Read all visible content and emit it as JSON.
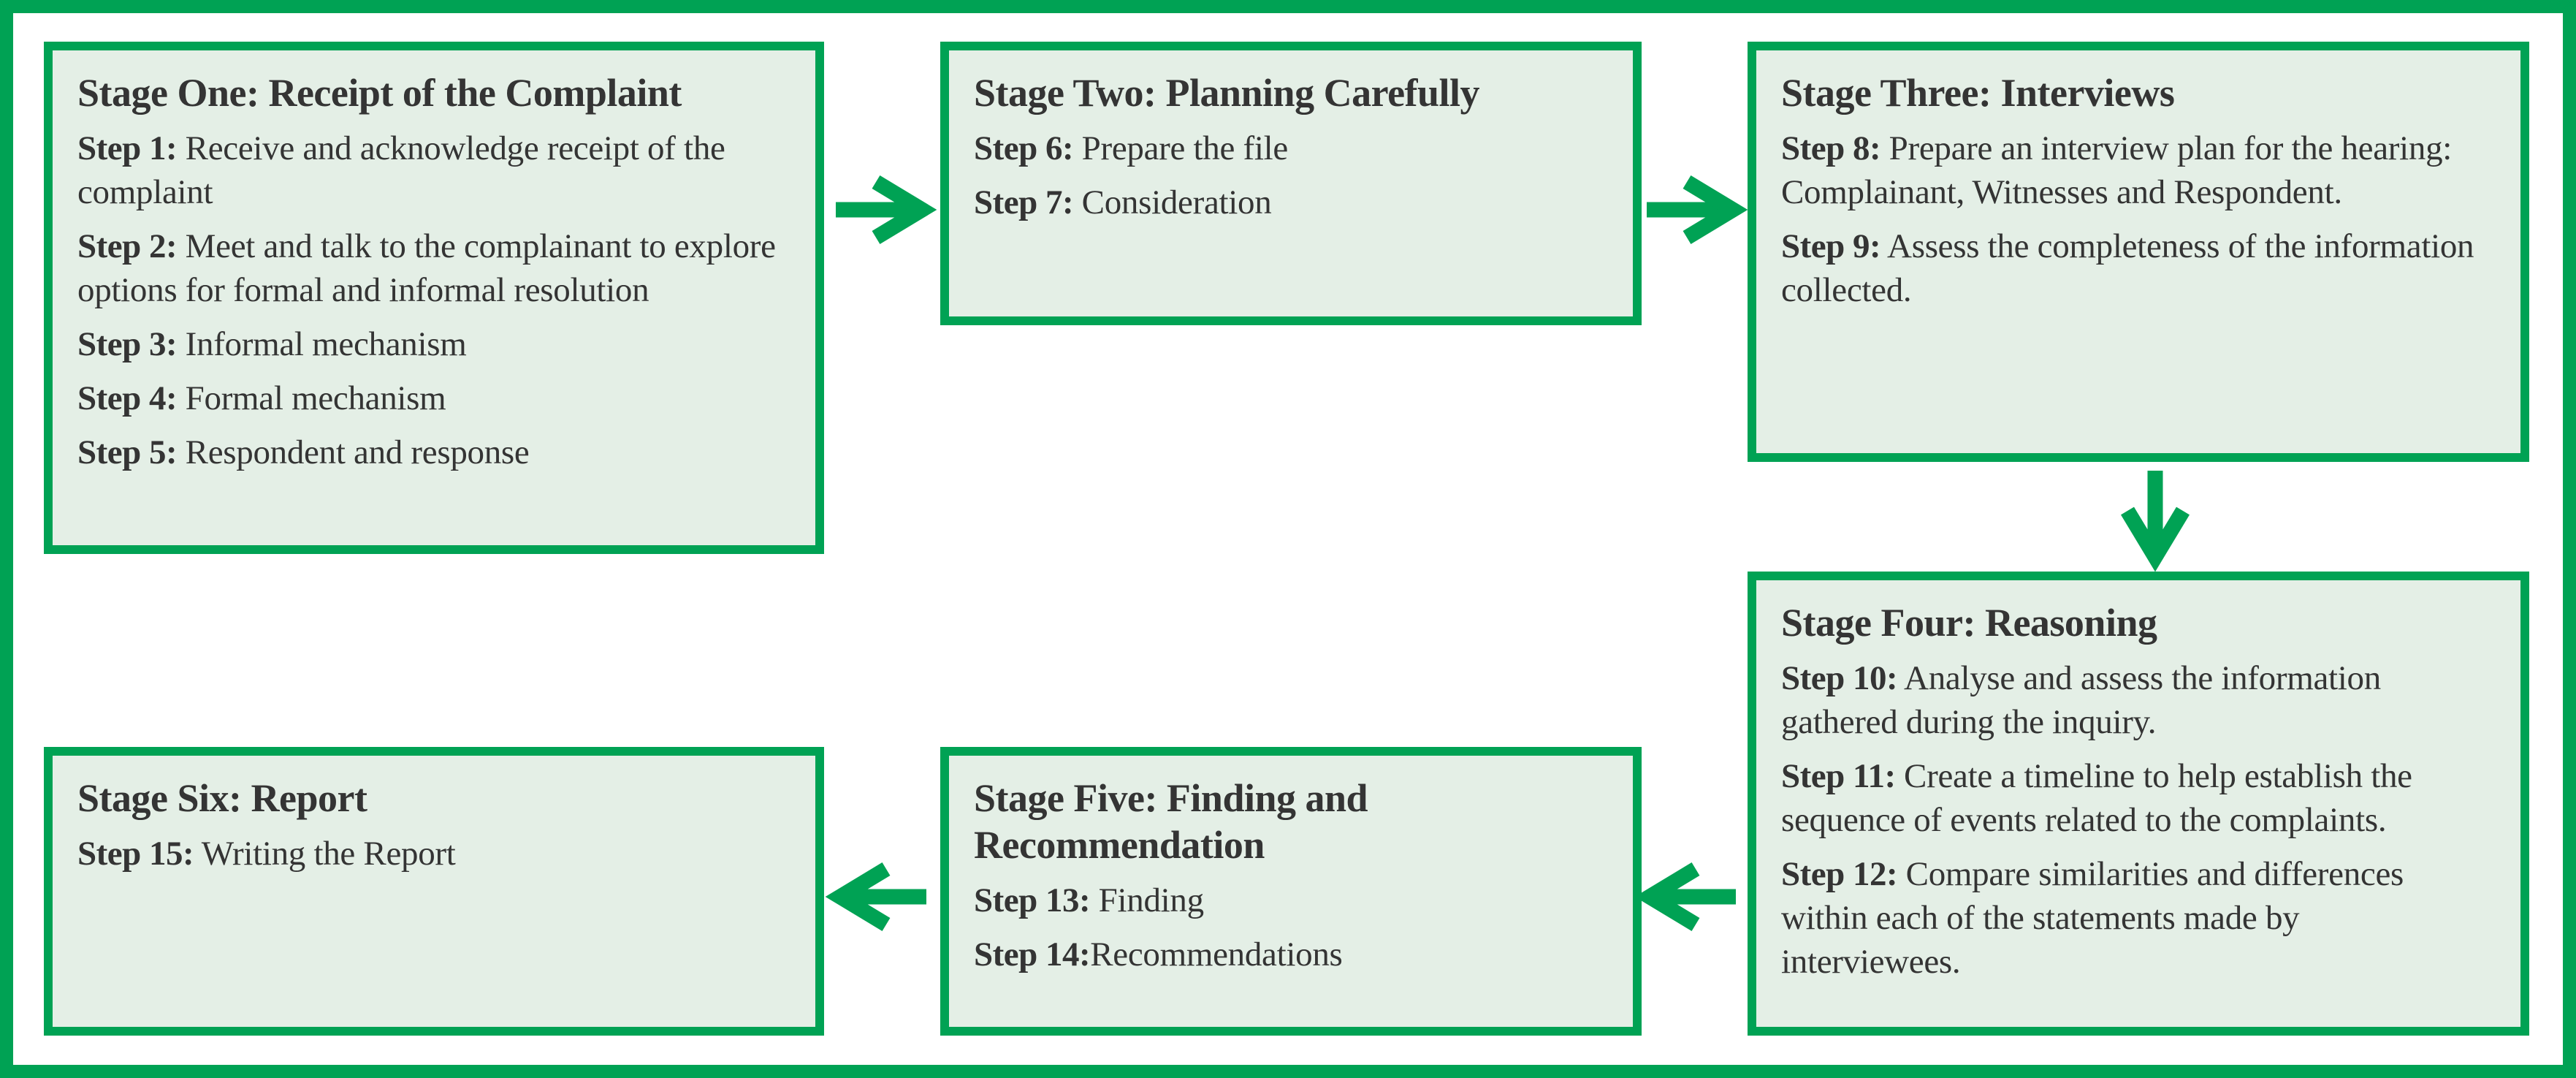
{
  "colors": {
    "accent_green": "#00A254",
    "box_fill": "#E4EFE6",
    "text": "#343434",
    "background": "#FFFFFF"
  },
  "stages": [
    {
      "title": "Stage One: Receipt of the Complaint",
      "steps": [
        {
          "label": "Step 1:",
          "text": " Receive and acknowledge receipt of the complaint"
        },
        {
          "label": "Step 2:",
          "text": " Meet and talk to the complainant to explore options for formal and informal resolution"
        },
        {
          "label": "Step 3:",
          "text": " Informal mechanism"
        },
        {
          "label": "Step 4:",
          "text": " Formal mechanism"
        },
        {
          "label": "Step 5:",
          "text": " Respondent and response"
        }
      ]
    },
    {
      "title": "Stage Two: Planning Carefully",
      "steps": [
        {
          "label": "Step 6:",
          "text": " Prepare the file"
        },
        {
          "label": "Step 7:",
          "text": " Consideration"
        }
      ]
    },
    {
      "title": "Stage Three: Interviews",
      "steps": [
        {
          "label": "Step 8:",
          "text": " Prepare an interview plan for the hearing: Complainant, Witnesses and Respondent."
        },
        {
          "label": "Step 9:",
          "text": " Assess the completeness of the information collected."
        }
      ]
    },
    {
      "title": "Stage Four: Reasoning",
      "steps": [
        {
          "label": "Step 10:",
          "text": " Analyse and assess the information gathered during the inquiry."
        },
        {
          "label": "Step 11:",
          "text": " Create a timeline to help establish the sequence of events related to the complaints."
        },
        {
          "label": "Step 12:",
          "text": " Compare similarities and differences within each of the statements made by interviewees."
        }
      ]
    },
    {
      "title": "Stage Five: Finding and Recommendation",
      "steps": [
        {
          "label": "Step 13:",
          "text": " Finding"
        },
        {
          "label": "Step 14:",
          "text": "Recommendations"
        }
      ]
    },
    {
      "title": "Stage Six: Report",
      "steps": [
        {
          "label": "Step 15:",
          "text": " Writing the Report"
        }
      ]
    }
  ],
  "arrows": [
    {
      "name": "arrow-stage1-to-stage2",
      "direction": "right"
    },
    {
      "name": "arrow-stage2-to-stage3",
      "direction": "right"
    },
    {
      "name": "arrow-stage3-to-stage4",
      "direction": "down"
    },
    {
      "name": "arrow-stage4-to-stage5",
      "direction": "left"
    },
    {
      "name": "arrow-stage5-to-stage6",
      "direction": "left"
    }
  ]
}
